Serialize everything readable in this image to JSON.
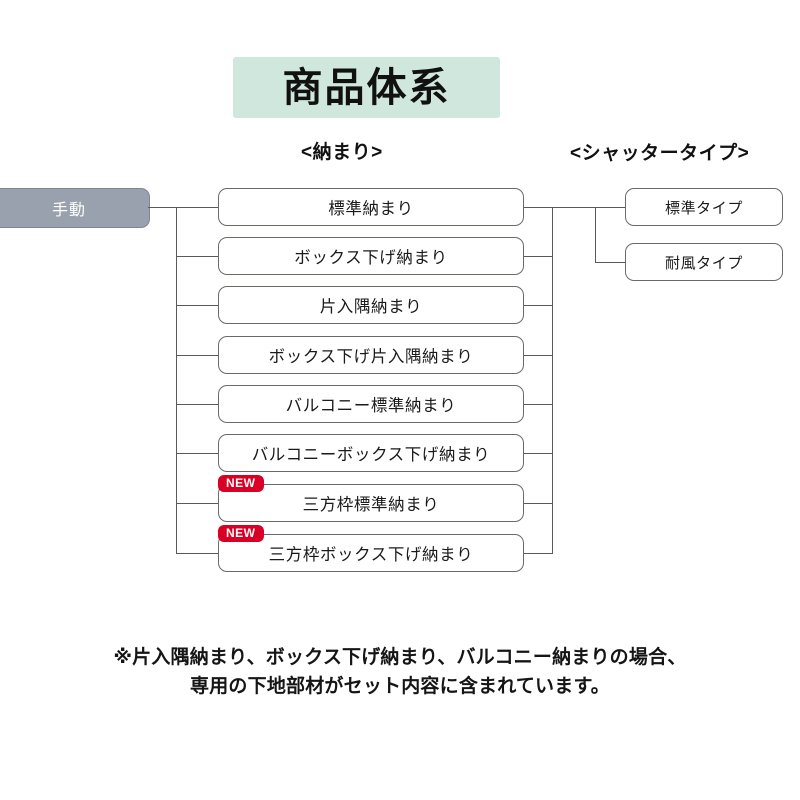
{
  "title": {
    "text": "商品体系",
    "background_color": "#cfe7dc"
  },
  "columns": {
    "left_header": "<納まり>",
    "right_header": "<シャッタータイプ>"
  },
  "root": {
    "label": "手動",
    "background_color": "#98a1ad",
    "text_color": "#ffffff"
  },
  "naosmari_items": [
    {
      "label": "標準納まり",
      "new": false
    },
    {
      "label": "ボックス下げ納まり",
      "new": false
    },
    {
      "label": "片入隅納まり",
      "new": false
    },
    {
      "label": "ボックス下げ片入隅納まり",
      "new": false
    },
    {
      "label": "バルコニー標準納まり",
      "new": false
    },
    {
      "label": "バルコニーボックス下げ納まり",
      "new": false
    },
    {
      "label": "三方枠標準納まり",
      "new": true
    },
    {
      "label": "三方枠ボックス下げ納まり",
      "new": true
    }
  ],
  "shutter_items": [
    {
      "label": "標準タイプ"
    },
    {
      "label": "耐風タイプ"
    }
  ],
  "badge": {
    "label": "NEW",
    "color": "#d80024"
  },
  "footnote": {
    "line1": "※片入隅納まり、ボックス下げ納まり、バルコニー納まりの場合、",
    "line2": "専用の下地部材がセット内容に含まれています。"
  }
}
